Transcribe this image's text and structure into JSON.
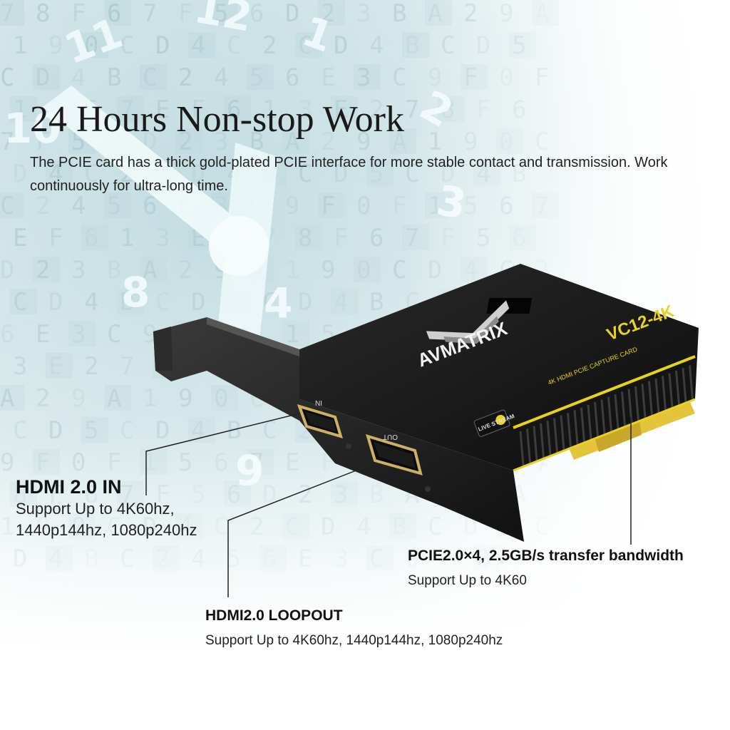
{
  "header": {
    "title": "24 Hours Non-stop Work",
    "description": "The PCIE card has a thick gold-plated PCIE interface for more stable contact and transmission. Work continuously for ultra-long time."
  },
  "background": {
    "clock_numerals": [
      "11",
      "12",
      "1",
      "2",
      "3",
      "8",
      "9",
      "10",
      "4"
    ],
    "code_chars": "78F67F56D23BA29A190CD4C2CD4BCD5CD4BC2456E3C9F0F1567EF613E2",
    "accent_color": "#cfe6ea"
  },
  "product": {
    "brand": "AVMATRIX",
    "model": "VC12-4K",
    "subtitle": "4K HDMI PCIE CAPTURE CARD",
    "badge": "LIVE STREAM",
    "port_in_label": "IN",
    "port_out_label": "OUT",
    "body_color": "#151515",
    "accent_color": "#e8d21a",
    "gold_color": "#e3c43a"
  },
  "callouts": {
    "hdmi_in": {
      "title": "HDMI 2.0 IN",
      "body_line1": "Support Up to 4K60hz,",
      "body_line2": "1440p144hz, 1080p240hz"
    },
    "pcie": {
      "title": "PCIE2.0×4, 2.5GB/s transfer bandwidth",
      "body": "Support Up to 4K60"
    },
    "loopout": {
      "title": "HDMI2.0 LOOPOUT",
      "body": "Support Up to 4K60hz, 1440p144hz, 1080p240hz"
    }
  }
}
